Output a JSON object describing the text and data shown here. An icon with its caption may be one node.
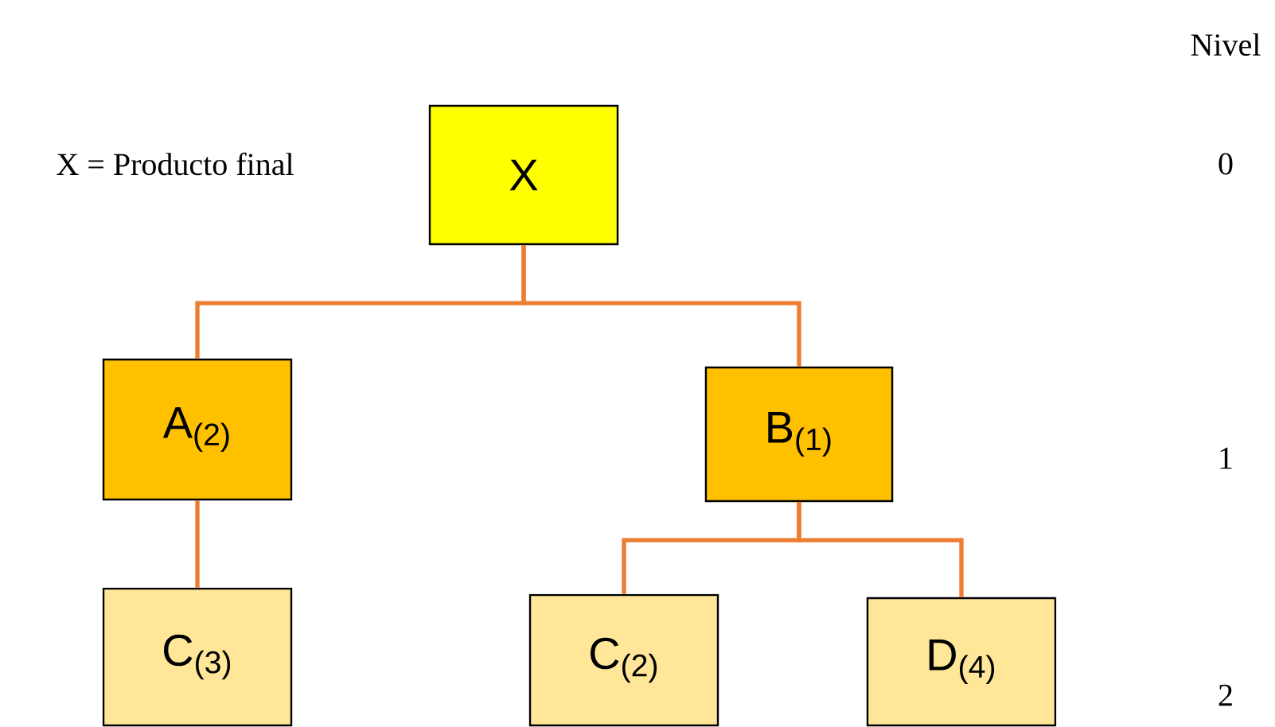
{
  "diagram": {
    "nodes": [
      {
        "text": [
          "X"
        ]
      },
      {
        "text": [
          "A$_{(2)}$"
        ]
      },
      {
        "text": [
          "B$_{(1)}$"
        ]
      },
      {
        "text": [
          "C$_{(3)}$"
        ]
      },
      {
        "text": [
          "C$_{(2)}$"
        ]
      },
      {
        "text": [
          "D$_{(4)}$"
        ]
      }
    ],
    "edges": [
      {
        "from": 0,
        "to": 1,
        "arrow": "none"
      },
      {
        "from": 0,
        "to": 2,
        "arrow": "none"
      },
      {
        "from": 1,
        "to": 3,
        "arrow": "none"
      },
      {
        "from": 2,
        "to": 4,
        "arrow": "none"
      },
      {
        "from": 2,
        "to": 5,
        "arrow": "none"
      }
    ],
    "labels": [
      "Nivel",
      "X = Producto final",
      "0",
      "1",
      "2"
    ]
  }
}
